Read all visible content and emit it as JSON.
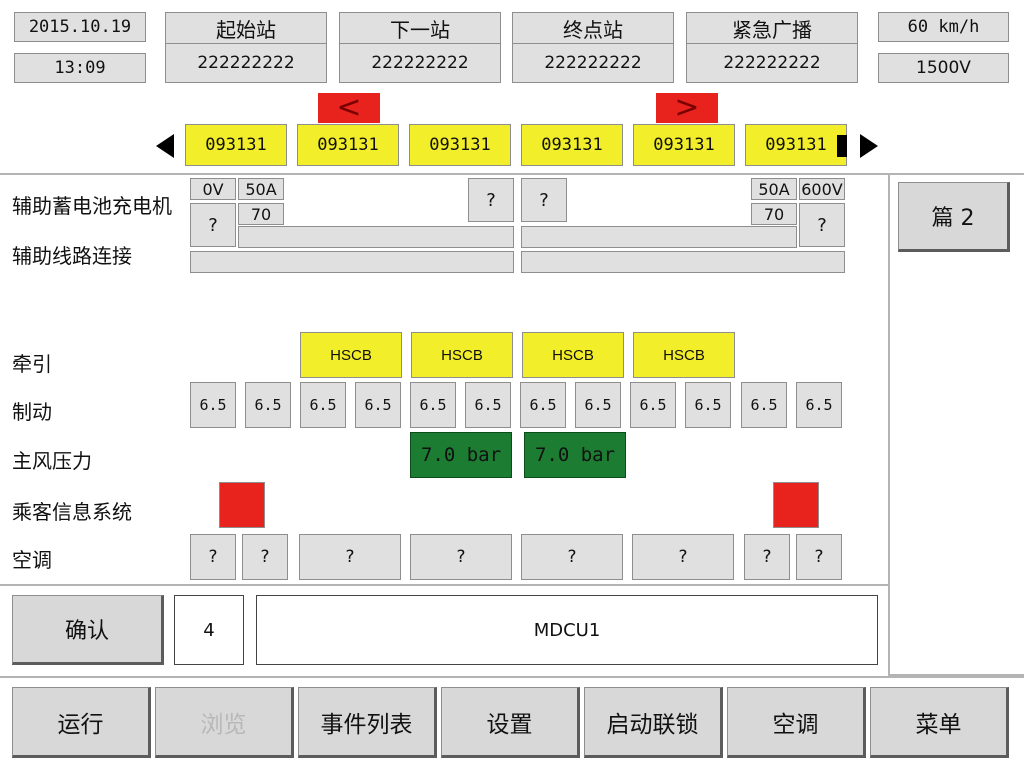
{
  "header": {
    "date": "2015.10.19",
    "time": "13:09",
    "speed": "60 km/h",
    "voltage": "1500V",
    "stations": [
      {
        "title": "起始站",
        "value": "222222222"
      },
      {
        "title": "下一站",
        "value": "222222222"
      },
      {
        "title": "终点站",
        "value": "222222222"
      },
      {
        "title": "紧急广播",
        "value": "222222222"
      }
    ]
  },
  "train": {
    "cars": [
      "093131",
      "093131",
      "093131",
      "093131",
      "093131",
      "093131"
    ],
    "left_direction": "<",
    "right_direction": ">"
  },
  "rows": {
    "aux_charger": "辅助蓄电池充电机",
    "aux_line": "辅助线路连接",
    "traction": "牵引",
    "brake": "制动",
    "main_air": "主风压力",
    "pis": "乘客信息系统",
    "hvac": "空调"
  },
  "aux": {
    "left_voltage": "0V",
    "left_current": "50A",
    "left_unknown": "?",
    "left_value": "70",
    "mid_left_unknown": "?",
    "mid_right_unknown": "?",
    "right_current": "50A",
    "right_voltage": "600V",
    "right_value": "70",
    "right_unknown": "?"
  },
  "hscb": [
    "HSCB",
    "HSCB",
    "HSCB",
    "HSCB"
  ],
  "brake_values": [
    "6.5",
    "6.5",
    "6.5",
    "6.5",
    "6.5",
    "6.5",
    "6.5",
    "6.5",
    "6.5",
    "6.5",
    "6.5",
    "6.5"
  ],
  "pressure": [
    "7.0 bar",
    "7.0 bar"
  ],
  "hvac_values": [
    "?",
    "?",
    "?",
    "?",
    "?",
    "?",
    "?",
    "?"
  ],
  "side": {
    "page_button": "篇 2"
  },
  "message": {
    "confirm": "确认",
    "count": "4",
    "text": "MDCU1"
  },
  "toolbar": [
    "运行",
    "浏览",
    "事件列表",
    "设置",
    "启动联锁",
    "空调",
    "菜单"
  ],
  "colors": {
    "yellow": "#f2ee2a",
    "red": "#e8231d",
    "green": "#1c7d32",
    "gray": "#e0e0e0",
    "disabled_text": "#b8b8b8"
  }
}
